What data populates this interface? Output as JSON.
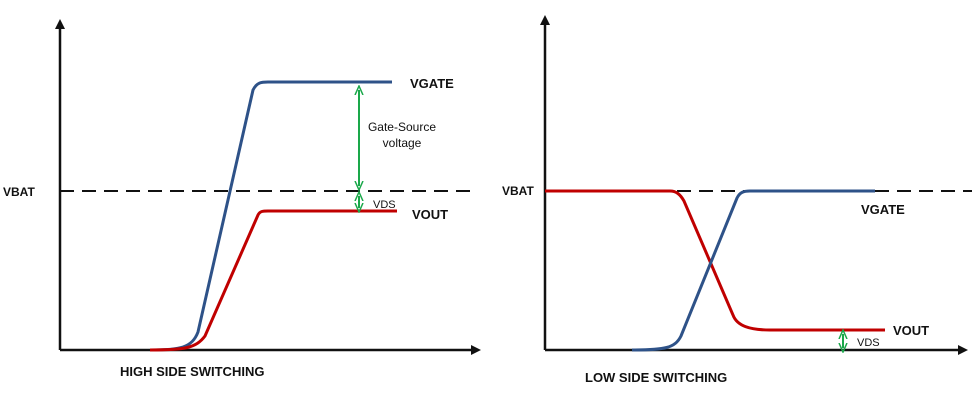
{
  "left": {
    "vbat": "VBAT",
    "vgate": "VGATE",
    "vout": "VOUT",
    "vds": "VDS",
    "gs_line1": "Gate-Source",
    "gs_line2": "voltage",
    "caption": "HIGH SIDE SWITCHING"
  },
  "right": {
    "vbat": "VBAT",
    "vgate": "VGATE",
    "vout": "VOUT",
    "vds": "VDS",
    "caption": "LOW SIDE SWITCHING"
  },
  "colors": {
    "vgate": "#2e5288",
    "vout": "#c00000",
    "vds_arrow": "#1aa84a",
    "axis": "#111111"
  }
}
